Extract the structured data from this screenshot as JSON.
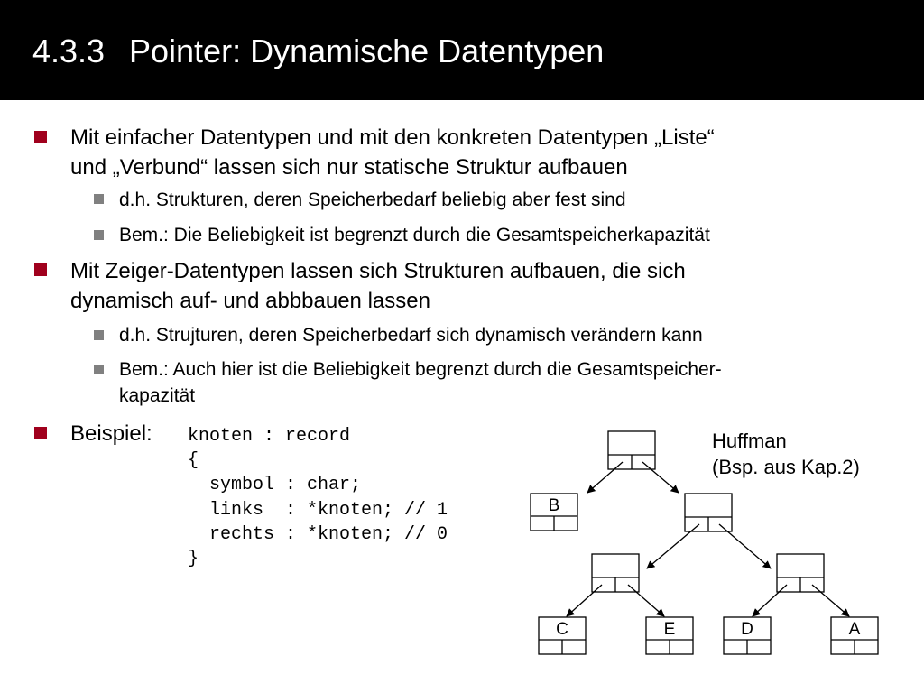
{
  "title": {
    "number": "4.3.3",
    "text": "Pointer: Dynamische Datentypen"
  },
  "bullets": {
    "b1": {
      "line1": "Mit einfacher Datentypen und mit den konkreten Datentypen „Liste“",
      "line2": "und „Verbund“ lassen sich nur statische Struktur aufbauen"
    },
    "b1_sub1": "d.h. Strukturen, deren Speicherbedarf beliebig aber fest sind",
    "b1_sub2": "Bem.: Die Beliebigkeit ist begrenzt durch die Gesamtspeicherkapazität",
    "b2": {
      "line1": "Mit Zeiger-Datentypen lassen sich Strukturen aufbauen, die sich",
      "line2": "dynamisch auf- und abbbauen lassen"
    },
    "b2_sub1": "d.h. Strujturen, deren Speicherbedarf sich dynamisch verändern kann",
    "b2_sub2": {
      "line1": "Bem.: Auch hier ist die Beliebigkeit begrenzt durch die Gesamtspeicher-",
      "line2": "kapazität"
    },
    "b3": "Beispiel:"
  },
  "code_lines": [
    "knoten : record",
    "{",
    "  symbol : char;",
    "  links  : *knoten; // 1",
    "  rechts : *knoten; // 0",
    "}"
  ],
  "huffman": {
    "line1": "Huffman",
    "line2": "(Bsp. aus Kap.2)"
  },
  "tree_leaves": {
    "b": "B",
    "c": "C",
    "e": "E",
    "d": "D",
    "a": "A"
  },
  "colors": {
    "title_bg": "#000000",
    "bullet_main": "#a0001d",
    "bullet_sub": "#808080"
  }
}
